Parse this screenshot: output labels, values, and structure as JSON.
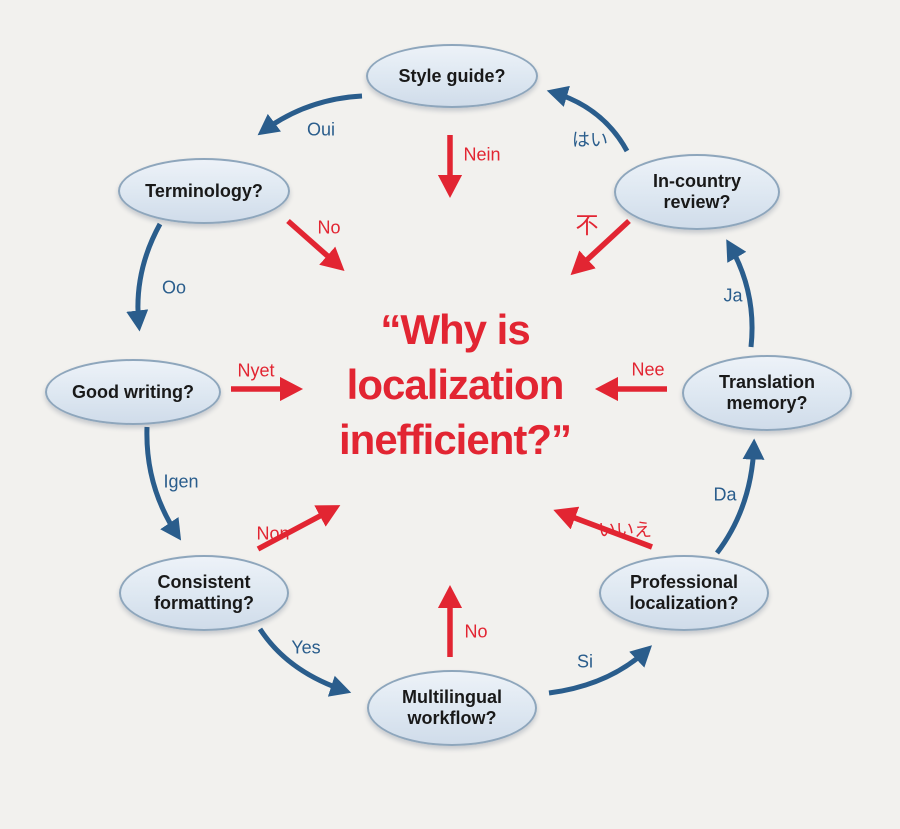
{
  "diagram_title": "Why is localization inefficient?",
  "colors": {
    "background": "#f2f1ee",
    "node_fill": "#dde7f1",
    "node_border": "#8ea6bc",
    "blue_arrow": "#2a5d8c",
    "red_accent": "#e22532",
    "node_text": "#191919"
  },
  "center_quote": {
    "line1": "“Why is",
    "line2": "localization",
    "line3": "inefficient?”"
  },
  "nodes": {
    "style_guide": {
      "label": "Style guide?"
    },
    "in_country_review": {
      "line1": "In-country",
      "line2": "review?"
    },
    "translation_memory": {
      "line1": "Translation",
      "line2": "memory?"
    },
    "professional_localization": {
      "line1": "Professional",
      "line2": "localization?"
    },
    "multilingual_workflow": {
      "line1": "Multilingual",
      "line2": "workflow?"
    },
    "consistent_formatting": {
      "line1": "Consistent",
      "line2": "formatting?"
    },
    "good_writing": {
      "label": "Good writing?"
    },
    "terminology": {
      "label": "Terminology?"
    }
  },
  "yes_arrows": {
    "oui": "Oui",
    "oo": "Oo",
    "igen": "Igen",
    "yes": "Yes",
    "si": "Si",
    "da": "Da",
    "ja": "Ja",
    "hai": "はい"
  },
  "no_arrows": {
    "nein": "Nein",
    "no_top_left": "No",
    "nyet": "Nyet",
    "non": "Non",
    "no_bottom": "No",
    "iie": "いいえ",
    "nee": "Nee",
    "fu": "不"
  }
}
